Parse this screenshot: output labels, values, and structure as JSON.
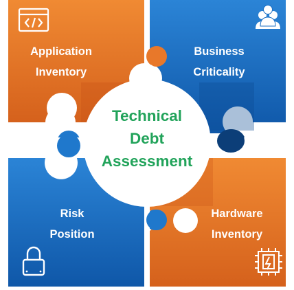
{
  "pieces": [
    {
      "name": "application-inventory",
      "lines": [
        "Application",
        "Inventory"
      ],
      "color": "#e8782a",
      "icon": "code-window-icon"
    },
    {
      "name": "business-criticality",
      "lines": [
        "Business",
        "Criticality"
      ],
      "color": "#1a6fc4",
      "icon": "people-group-icon"
    },
    {
      "name": "risk-position",
      "lines": [
        "Risk",
        "Position"
      ],
      "color": "#1a6fc4",
      "icon": "padlock-icon"
    },
    {
      "name": "hardware-inventory",
      "lines": [
        "Hardware",
        "Inventory"
      ],
      "color": "#e8782a",
      "icon": "hardware-chip-icon"
    }
  ],
  "center": {
    "lines": [
      "Technical",
      "Debt",
      "Assessment"
    ],
    "color": "#21a35a"
  }
}
